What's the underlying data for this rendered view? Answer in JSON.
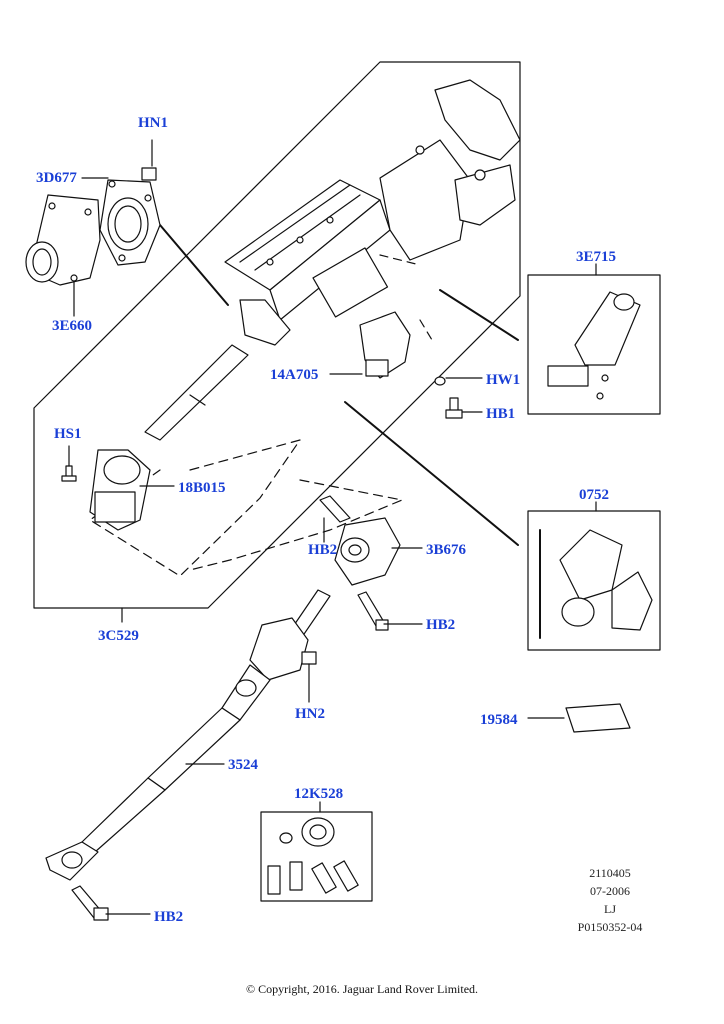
{
  "callouts": {
    "hn1": "HN1",
    "3d677": "3D677",
    "3e660": "3E660",
    "14a705": "14A705",
    "hw1": "HW1",
    "hb1": "HB1",
    "3e715": "3E715",
    "hs1": "HS1",
    "18b015": "18B015",
    "0752": "0752",
    "hb2_upper": "HB2",
    "3b676": "3B676",
    "hb2_mid": "HB2",
    "3c529": "3C529",
    "hn2": "HN2",
    "19584": "19584",
    "3524": "3524",
    "12k528": "12K528",
    "hb2_lower": "HB2"
  },
  "meta": {
    "number": "2110405",
    "date": "07-2006",
    "initials": "LJ",
    "ref": "P0150352-04"
  },
  "copyright": "© Copyright, 2016. Jaguar Land Rover Limited.",
  "colors": {
    "callout": "#1a3fd6",
    "line": "#111111"
  }
}
